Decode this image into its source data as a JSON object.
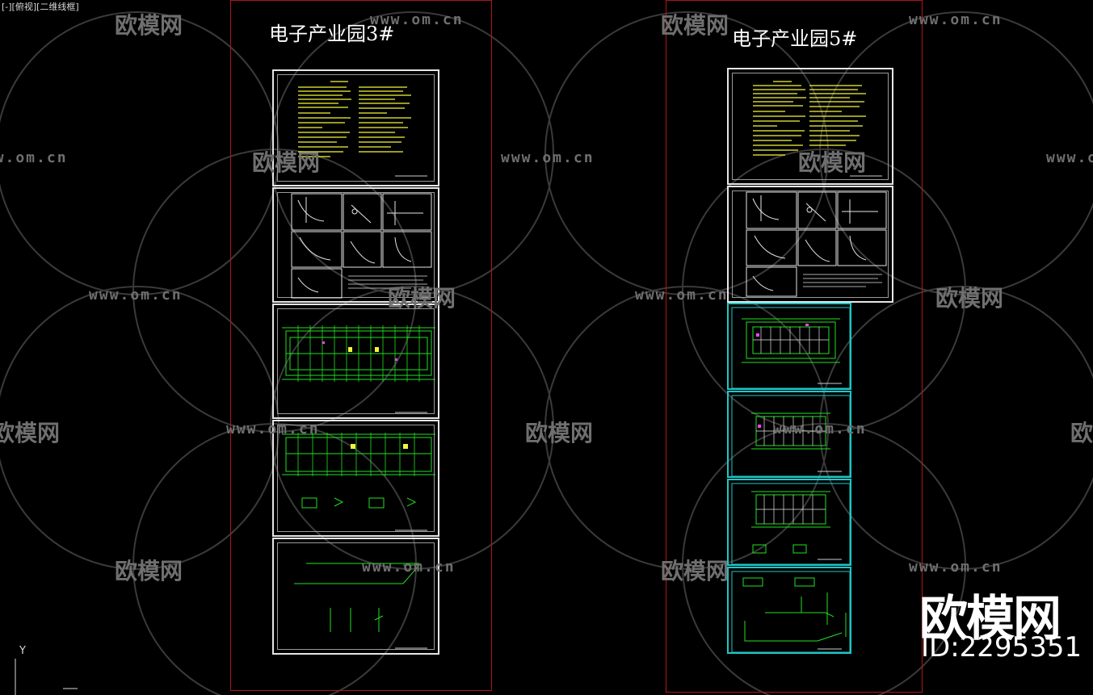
{
  "viewport": {
    "label": "[-][俯视][二维线框]"
  },
  "frames": [
    {
      "title": "电子产业园3#"
    },
    {
      "title": "电子产业园5#"
    }
  ],
  "watermark": {
    "url": "www.om.cn",
    "brand": "欧模网",
    "id": "ID:2295351"
  },
  "ucs": {
    "axis_label": "Y"
  },
  "colors": {
    "background": "#000000",
    "frame_border": "#b0141e",
    "sheet_white": "#e6e6e6",
    "sheet_cyan": "#1fc6c6",
    "notes_yellow": "#f5f53a",
    "plan_green": "#22e022",
    "watermark_gray": "#6f6f6f"
  }
}
